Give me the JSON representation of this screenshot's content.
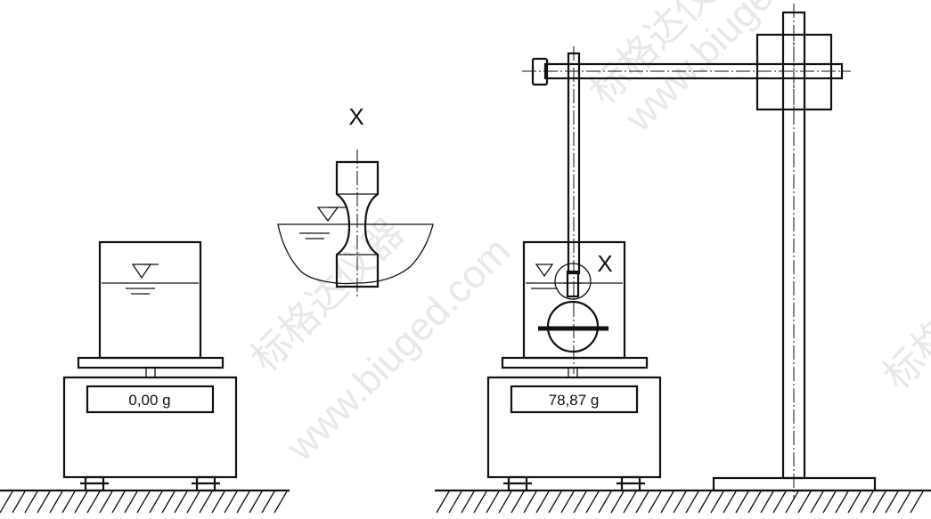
{
  "colors": {
    "ink": "#111111",
    "paper": "#ffffff",
    "watermark": "#d6d6d6"
  },
  "detail": {
    "label": "X"
  },
  "scale_left": {
    "readout": "0,00 g"
  },
  "scale_right": {
    "readout": "78,87 g"
  },
  "watermark": {
    "brand": "标格达仪器",
    "url": "www.biuged.com"
  }
}
